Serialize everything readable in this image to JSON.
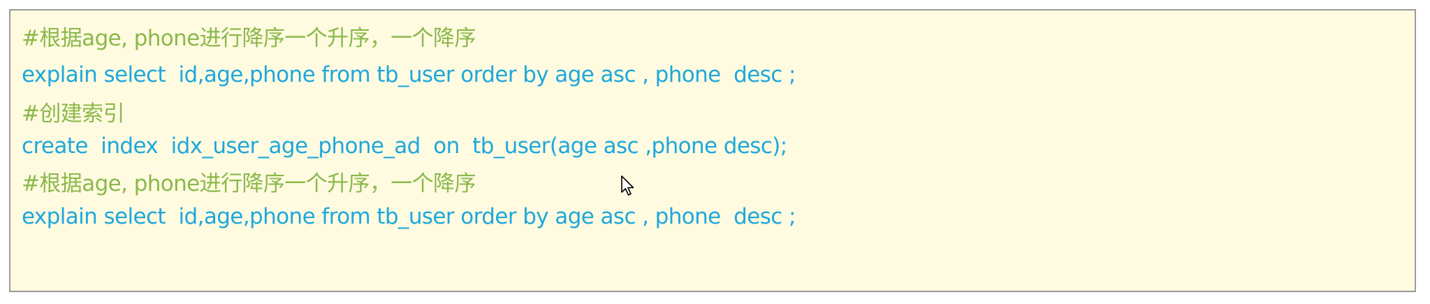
{
  "code_block": {
    "lines": [
      {
        "kind": "comment",
        "text": "#根据age, phone进行降序一个升序，一个降序"
      },
      {
        "kind": "code",
        "text": "explain select  id,age,phone from tb_user order by age asc , phone  desc ;"
      },
      {
        "kind": "comment",
        "text": "#创建索引"
      },
      {
        "kind": "code",
        "text": "create  index  idx_user_age_phone_ad  on  tb_user(age asc ,phone desc);"
      },
      {
        "kind": "comment",
        "text": "#根据age, phone进行降序一个升序，一个降序"
      },
      {
        "kind": "code",
        "text": "explain select  id,age,phone from tb_user order by age asc , phone  desc ;"
      }
    ]
  },
  "colors": {
    "comment": "#8bb84a",
    "code": "#1fa7dc",
    "background": "#fffbe1",
    "border": "#9a9a9a"
  },
  "icons": {
    "cursor": "mouse-pointer-icon"
  }
}
